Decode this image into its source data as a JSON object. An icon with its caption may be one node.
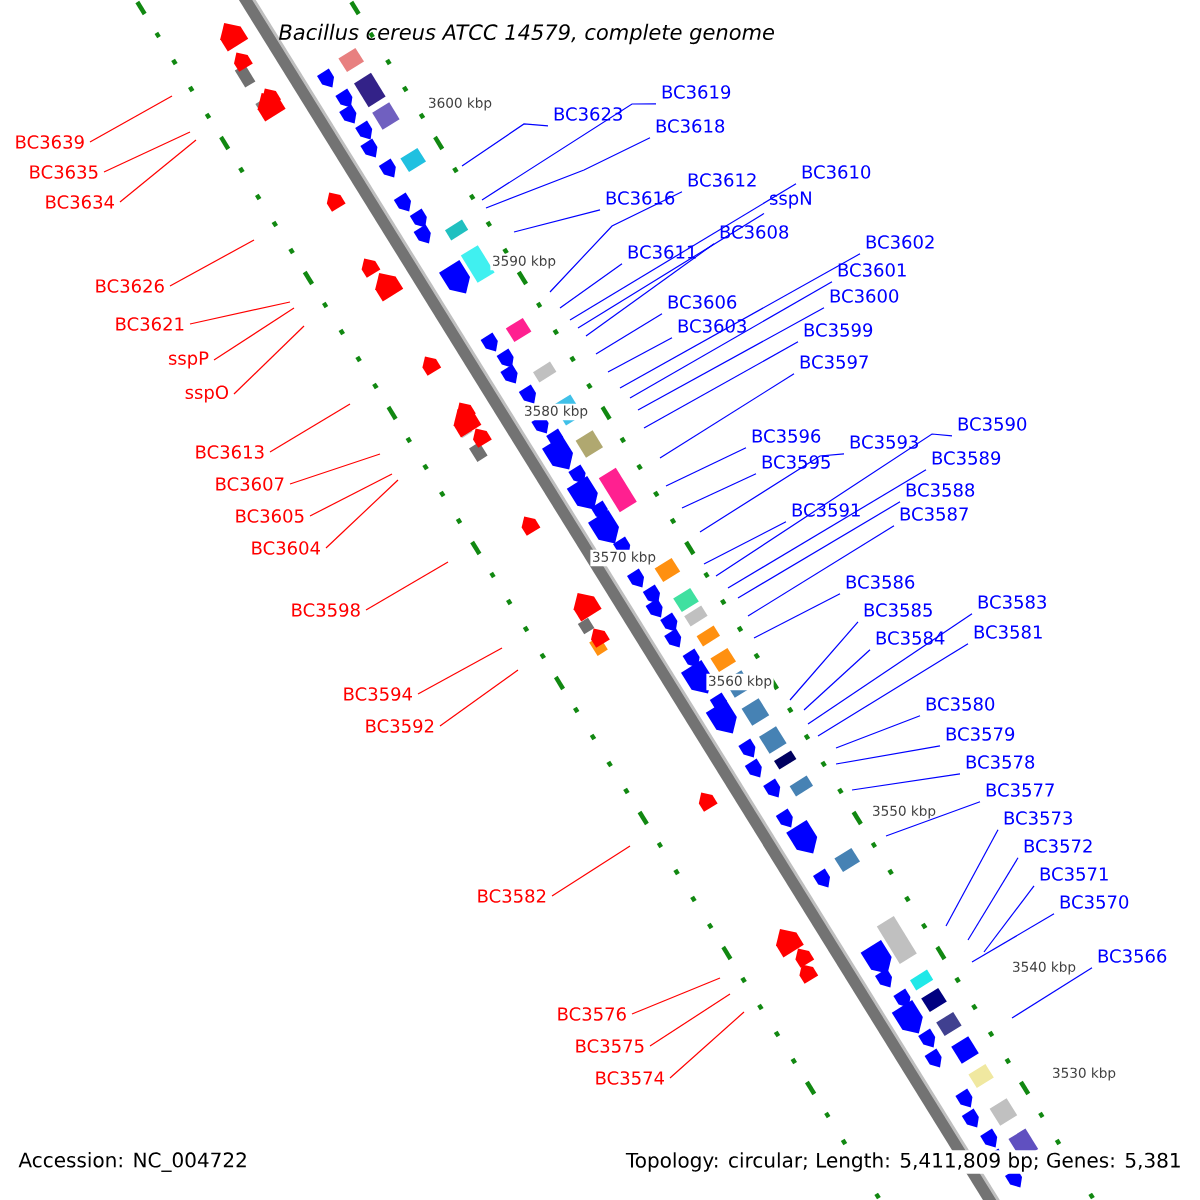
{
  "diagram": {
    "title": "Bacillus cereus ATCC 14579, complete genome",
    "nodes": [
      {
        "text": [
          "BC3639"
        ]
      },
      {
        "text": [
          "BC3635"
        ]
      },
      {
        "text": [
          "BC3634"
        ]
      },
      {
        "text": [
          "BC3626"
        ]
      },
      {
        "text": [
          "BC3621"
        ]
      },
      {
        "text": [
          "sspP"
        ]
      },
      {
        "text": [
          "sspO"
        ]
      },
      {
        "text": [
          "BC3613"
        ]
      },
      {
        "text": [
          "BC3607"
        ]
      },
      {
        "text": [
          "BC3605"
        ]
      },
      {
        "text": [
          "BC3604"
        ]
      },
      {
        "text": [
          "BC3598"
        ]
      },
      {
        "text": [
          "BC3594"
        ]
      },
      {
        "text": [
          "BC3592"
        ]
      },
      {
        "text": [
          "BC3582"
        ]
      },
      {
        "text": [
          "BC3576"
        ]
      },
      {
        "text": [
          "BC3575"
        ]
      },
      {
        "text": [
          "BC3574"
        ]
      },
      {
        "text": [
          "BC3623"
        ]
      },
      {
        "text": [
          "BC3619"
        ]
      },
      {
        "text": [
          "BC3618"
        ]
      },
      {
        "text": [
          "BC3612"
        ]
      },
      {
        "text": [
          "BC3616"
        ]
      },
      {
        "text": [
          "BC3610"
        ]
      },
      {
        "text": [
          "sspN"
        ]
      },
      {
        "text": [
          "BC3608"
        ]
      },
      {
        "text": [
          "BC3611"
        ]
      },
      {
        "text": [
          "BC3606"
        ]
      },
      {
        "text": [
          "BC3603"
        ]
      },
      {
        "text": [
          "BC3602"
        ]
      },
      {
        "text": [
          "BC3601"
        ]
      },
      {
        "text": [
          "BC3600"
        ]
      },
      {
        "text": [
          "BC3599"
        ]
      },
      {
        "text": [
          "BC3597"
        ]
      },
      {
        "text": [
          "BC3596"
        ]
      },
      {
        "text": [
          "BC3595"
        ]
      },
      {
        "text": [
          "BC3593"
        ]
      },
      {
        "text": [
          "BC3591"
        ]
      },
      {
        "text": [
          "BC3590"
        ]
      },
      {
        "text": [
          "BC3589"
        ]
      },
      {
        "text": [
          "BC3588"
        ]
      },
      {
        "text": [
          "BC3587"
        ]
      },
      {
        "text": [
          "BC3586"
        ]
      },
      {
        "text": [
          "BC3585"
        ]
      },
      {
        "text": [
          "BC3584"
        ]
      },
      {
        "text": [
          "BC3583"
        ]
      },
      {
        "text": [
          "BC3581"
        ]
      },
      {
        "text": [
          "BC3580"
        ]
      },
      {
        "text": [
          "BC3579"
        ]
      },
      {
        "text": [
          "BC3578"
        ]
      },
      {
        "text": [
          "BC3577"
        ]
      },
      {
        "text": [
          "BC3573"
        ]
      },
      {
        "text": [
          "BC3572"
        ]
      },
      {
        "text": [
          "BC3571"
        ]
      },
      {
        "text": [
          "BC3570"
        ]
      },
      {
        "text": [
          "BC3566"
        ]
      }
    ],
    "edges": [
      {
        "from": 0,
        "to": null,
        "arrow": "none",
        "color": "#ff0000"
      },
      {
        "from": 1,
        "to": null,
        "arrow": "none",
        "color": "#ff0000"
      },
      {
        "from": 2,
        "to": null,
        "arrow": "none",
        "color": "#ff0000"
      },
      {
        "from": 3,
        "to": null,
        "arrow": "none",
        "color": "#ff0000"
      },
      {
        "from": 4,
        "to": null,
        "arrow": "none",
        "color": "#ff0000"
      },
      {
        "from": 5,
        "to": null,
        "arrow": "none",
        "color": "#ff0000"
      },
      {
        "from": 6,
        "to": null,
        "arrow": "none",
        "color": "#ff0000"
      },
      {
        "from": 7,
        "to": null,
        "arrow": "none",
        "color": "#ff0000"
      },
      {
        "from": 8,
        "to": null,
        "arrow": "none",
        "color": "#ff0000"
      },
      {
        "from": 9,
        "to": null,
        "arrow": "none",
        "color": "#ff0000"
      },
      {
        "from": 10,
        "to": null,
        "arrow": "none",
        "color": "#ff0000"
      },
      {
        "from": 11,
        "to": null,
        "arrow": "none",
        "color": "#ff0000"
      },
      {
        "from": 12,
        "to": null,
        "arrow": "none",
        "color": "#ff0000"
      },
      {
        "from": 13,
        "to": null,
        "arrow": "none",
        "color": "#ff0000"
      },
      {
        "from": 14,
        "to": null,
        "arrow": "none",
        "color": "#ff0000"
      },
      {
        "from": 15,
        "to": null,
        "arrow": "none",
        "color": "#ff0000"
      },
      {
        "from": 16,
        "to": null,
        "arrow": "none",
        "color": "#ff0000"
      },
      {
        "from": 17,
        "to": null,
        "arrow": "none",
        "color": "#ff0000"
      },
      {
        "from": 18,
        "to": null,
        "arrow": "none"
      },
      {
        "from": 19,
        "to": null,
        "arrow": "none"
      },
      {
        "from": 20,
        "to": null,
        "arrow": "none"
      },
      {
        "from": 21,
        "to": null,
        "arrow": "none"
      },
      {
        "from": 22,
        "to": null,
        "arrow": "none"
      },
      {
        "from": 23,
        "to": null,
        "arrow": "none"
      },
      {
        "from": 24,
        "to": null,
        "arrow": "none"
      },
      {
        "from": 25,
        "to": null,
        "arrow": "none"
      },
      {
        "from": 26,
        "to": null,
        "arrow": "none"
      },
      {
        "from": 27,
        "to": null,
        "arrow": "none"
      },
      {
        "from": 28,
        "to": null,
        "arrow": "none"
      },
      {
        "from": 29,
        "to": null,
        "arrow": "none"
      },
      {
        "from": 30,
        "to": null,
        "arrow": "none"
      },
      {
        "from": 31,
        "to": null,
        "arrow": "none"
      },
      {
        "from": 32,
        "to": null,
        "arrow": "none"
      },
      {
        "from": 33,
        "to": null,
        "arrow": "none"
      },
      {
        "from": 34,
        "to": null,
        "arrow": "none"
      },
      {
        "from": 35,
        "to": null,
        "arrow": "none"
      },
      {
        "from": 36,
        "to": null,
        "arrow": "none"
      },
      {
        "from": 37,
        "to": null,
        "arrow": "none"
      },
      {
        "from": 38,
        "to": null,
        "arrow": "none"
      },
      {
        "from": 39,
        "to": null,
        "arrow": "none"
      },
      {
        "from": 40,
        "to": null,
        "arrow": "none"
      },
      {
        "from": 41,
        "to": null,
        "arrow": "none"
      },
      {
        "from": 42,
        "to": null,
        "arrow": "none"
      },
      {
        "from": 43,
        "to": null,
        "arrow": "none"
      },
      {
        "from": 44,
        "to": null,
        "arrow": "none"
      },
      {
        "from": 45,
        "to": null,
        "arrow": "none"
      },
      {
        "from": 46,
        "to": null,
        "arrow": "none"
      },
      {
        "from": 47,
        "to": null,
        "arrow": "none"
      },
      {
        "from": 48,
        "to": null,
        "arrow": "none"
      },
      {
        "from": 49,
        "to": null,
        "arrow": "none"
      },
      {
        "from": 50,
        "to": null,
        "arrow": "none"
      },
      {
        "from": 51,
        "to": null,
        "arrow": "none"
      },
      {
        "from": 52,
        "to": null,
        "arrow": "none"
      },
      {
        "from": 53,
        "to": null,
        "arrow": "none"
      },
      {
        "from": 54,
        "to": null,
        "arrow": "none"
      },
      {
        "from": 55,
        "to": null,
        "arrow": "none"
      }
    ],
    "labels": [
      "3600 kbp",
      "3590 kbp",
      "3580 kbp",
      "3570 kbp",
      "3560 kbp",
      "3550 kbp",
      "3540 kbp",
      "3530 kbp",
      "Accession: NC_004722",
      "Topology: circular; Length: 5,411,809 bp; Genes: 5,381"
    ]
  }
}
